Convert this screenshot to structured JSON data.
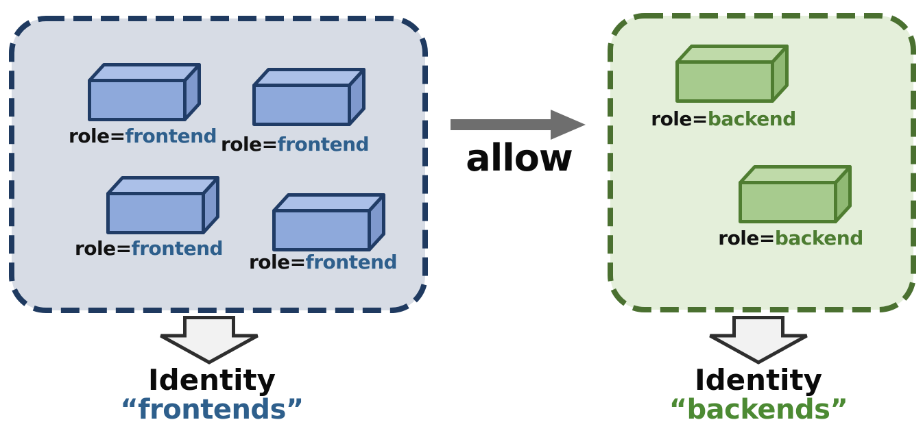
{
  "allow_label": "allow",
  "frontends": {
    "pods": [
      {
        "label_key": "role=",
        "label_value": "frontend"
      },
      {
        "label_key": "role=",
        "label_value": "frontend"
      },
      {
        "label_key": "role=",
        "label_value": "frontend"
      },
      {
        "label_key": "role=",
        "label_value": "frontend"
      }
    ],
    "identity_title": "Identity",
    "identity_name": "“frontends”"
  },
  "backends": {
    "pods": [
      {
        "label_key": "role=",
        "label_value": "backend"
      },
      {
        "label_key": "role=",
        "label_value": "backend"
      }
    ],
    "identity_title": "Identity",
    "identity_name": "“backends”"
  },
  "colors": {
    "frontend_box_fill": "#d7dce5",
    "frontend_box_border": "#1f3a60",
    "frontend_cube_front": "#8ea9db",
    "frontend_cube_top": "#abc0e8",
    "frontend_cube_side": "#7f99cd",
    "frontend_text": "#2e5f8c",
    "backend_box_fill": "#e4efda",
    "backend_box_border": "#4a7030",
    "backend_cube_front": "#a7cb8e",
    "backend_cube_top": "#bfdaa9",
    "backend_cube_side": "#90b974",
    "backend_text": "#4c7c31",
    "allow_arrow": "#6e6e6e",
    "down_arrow_fill": "#f2f2f2",
    "down_arrow_stroke": "#2e2e2e",
    "text_black": "#0a0a0a"
  }
}
